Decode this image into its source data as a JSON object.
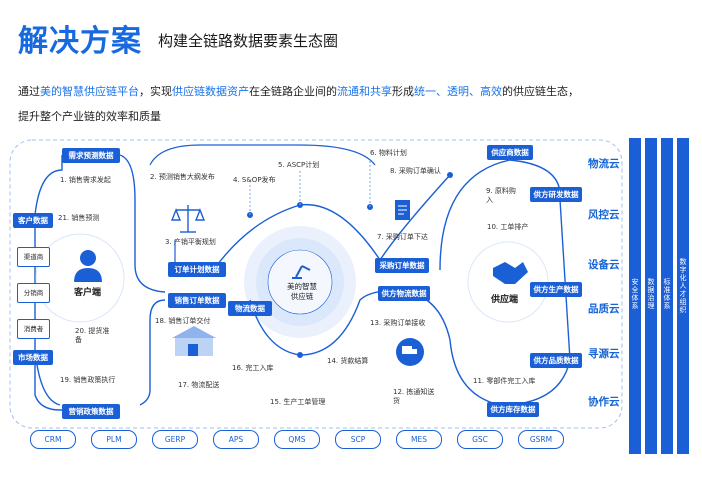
{
  "header": {
    "title": "解决方案",
    "subtitle": "构建全链路数据要素生态圈"
  },
  "description": {
    "line1": [
      {
        "t": "通过",
        "h": false
      },
      {
        "t": "美的智慧供应链平台",
        "h": true
      },
      {
        "t": "，实现",
        "h": false
      },
      {
        "t": "供应链数据资产",
        "h": true
      },
      {
        "t": "在全链路企业间的",
        "h": false
      },
      {
        "t": "流通和共享",
        "h": true
      },
      {
        "t": "形成",
        "h": false
      },
      {
        "t": "统一、透明、高效",
        "h": true
      },
      {
        "t": "的供应链生态，",
        "h": false
      }
    ],
    "line2": "提升整个产业链的效率和质量"
  },
  "center": {
    "label": "美的智慧\n供应链"
  },
  "boxes": {
    "demand_forecast": "需求预测数据",
    "customer_data": "客户数据",
    "order_plan": "订单计划数据",
    "sales_order": "销售订单数据",
    "logistics": "物流数据",
    "market": "市场数据",
    "sales_policy": "营销政策数据",
    "purchase_order": "采购订单数据",
    "supplier_logistics": "供方物流数据",
    "supplier_data": "供应商数据",
    "supplier_rd": "供方研发数据",
    "supplier_production": "供方生产数据",
    "supplier_quality": "供方品质数据",
    "supplier_inventory": "供方库存数据"
  },
  "customer": {
    "label": "客户端",
    "channels": [
      "渠道商",
      "分销商",
      "消费者"
    ]
  },
  "supplier": {
    "label": "供应端"
  },
  "steps": {
    "s1": "1. 销售需求发起",
    "s2": "2. 预测销售大纲发布",
    "s3": "3. 产销平衡规划",
    "s4": "4. S&OP发布",
    "s5": "5. ASCP计划",
    "s6": "6. 物料计划",
    "s7": "7. 采购订单下达",
    "s8": "8. 采购订单确认",
    "s9": "9. 原料购\n入",
    "s10": "10. 工单排产",
    "s11": "11. 零部件完工入库",
    "s12": "12. 拣通知送\n货",
    "s13": "13. 采购订单接收",
    "s14": "14. 货款结算",
    "s15": "15. 生产工单管理",
    "s16": "16. 完工入库",
    "s17": "17. 物流配送",
    "s18": "18. 销售订单交付",
    "s19": "19. 销售政策执行",
    "s20": "20. 提货准\n备",
    "s21": "21. 销售预测"
  },
  "clouds": [
    "物流云",
    "风控云",
    "设备云",
    "品质云",
    "寻源云",
    "协作云"
  ],
  "systems": [
    "CRM",
    "PLM",
    "GERP",
    "APS",
    "QMS",
    "SCP",
    "MES",
    "GSC",
    "GSRM"
  ],
  "pillars": [
    "安全体系",
    "数据治理",
    "标准体系",
    "数字化人才组织"
  ],
  "colors": {
    "brand": "#1a5fd6",
    "accent": "#1769e0",
    "highlight": "#1a73e8"
  }
}
